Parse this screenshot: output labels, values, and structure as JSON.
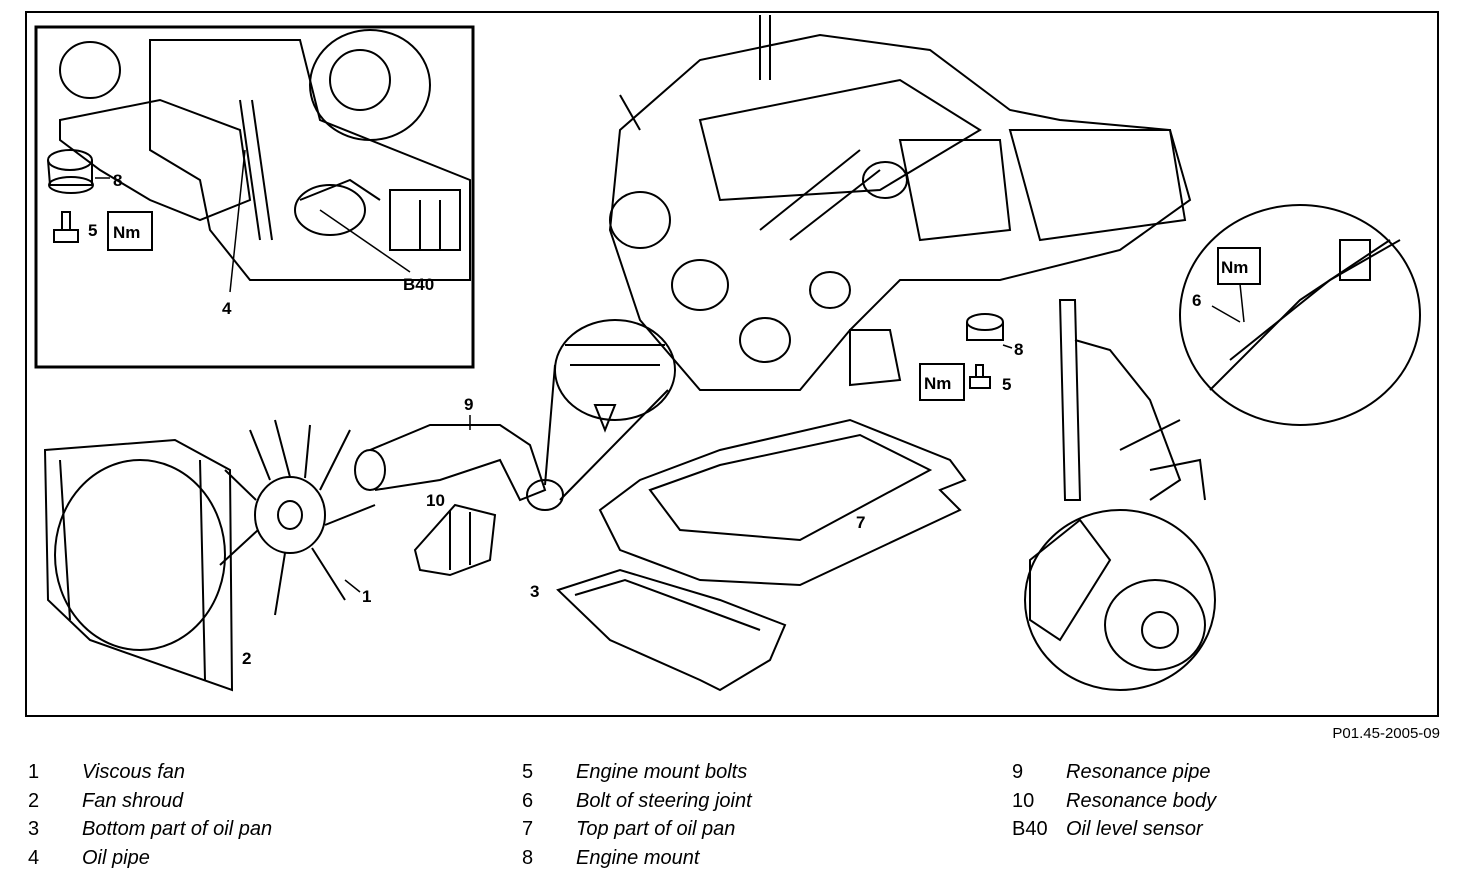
{
  "figure_ref": "P01.45-2005-09",
  "torque_symbol": "Nm",
  "callouts": {
    "c1": "1",
    "c2": "2",
    "c3": "3",
    "c4": "4",
    "c5_inset": "5",
    "c5_main": "5",
    "c6": "6",
    "c7": "7",
    "c8_inset": "8",
    "c8_main": "8",
    "c9": "9",
    "c10": "10",
    "cB40": "B40"
  },
  "legend": [
    [
      {
        "num": "1",
        "label": "Viscous fan"
      },
      {
        "num": "2",
        "label": "Fan shroud"
      },
      {
        "num": "3",
        "label": "Bottom part of oil pan"
      },
      {
        "num": "4",
        "label": "Oil pipe"
      }
    ],
    [
      {
        "num": "5",
        "label": "Engine mount bolts"
      },
      {
        "num": "6",
        "label": "Bolt of steering joint"
      },
      {
        "num": "7",
        "label": "Top part of oil pan"
      },
      {
        "num": "8",
        "label": "Engine mount"
      }
    ],
    [
      {
        "num": "9",
        "label": "Resonance pipe"
      },
      {
        "num": "10",
        "label": "Resonance body"
      },
      {
        "num": "B40",
        "label": "Oil level sensor"
      }
    ]
  ]
}
